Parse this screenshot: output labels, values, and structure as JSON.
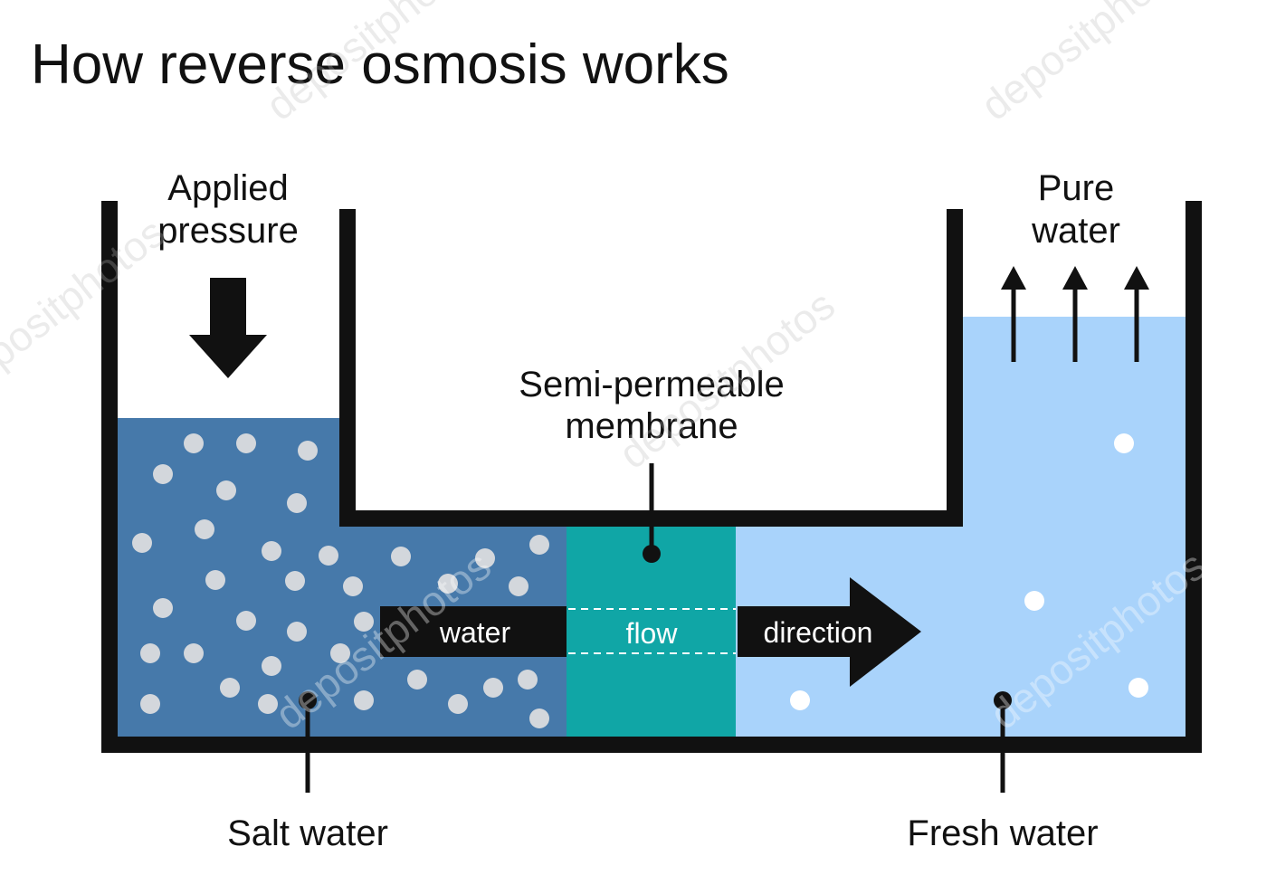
{
  "title": "How reverse osmosis works",
  "labels": {
    "applied_pressure": [
      "Applied",
      "pressure"
    ],
    "pure_water": [
      "Pure",
      "water"
    ],
    "membrane": [
      "Semi-permeable",
      "membrane"
    ],
    "salt_water": "Salt water",
    "fresh_water": "Fresh water"
  },
  "flow_words": {
    "water": "water",
    "flow": "flow",
    "direction": "direction"
  },
  "watermark": "depositphotos",
  "colors": {
    "salt_water": "#4679aa",
    "membrane": "#10a6a6",
    "fresh_water": "#a9d3fb",
    "vessel": "#111111",
    "salt_particle": "#d3d7dc",
    "fresh_particle": "#ffffff"
  }
}
